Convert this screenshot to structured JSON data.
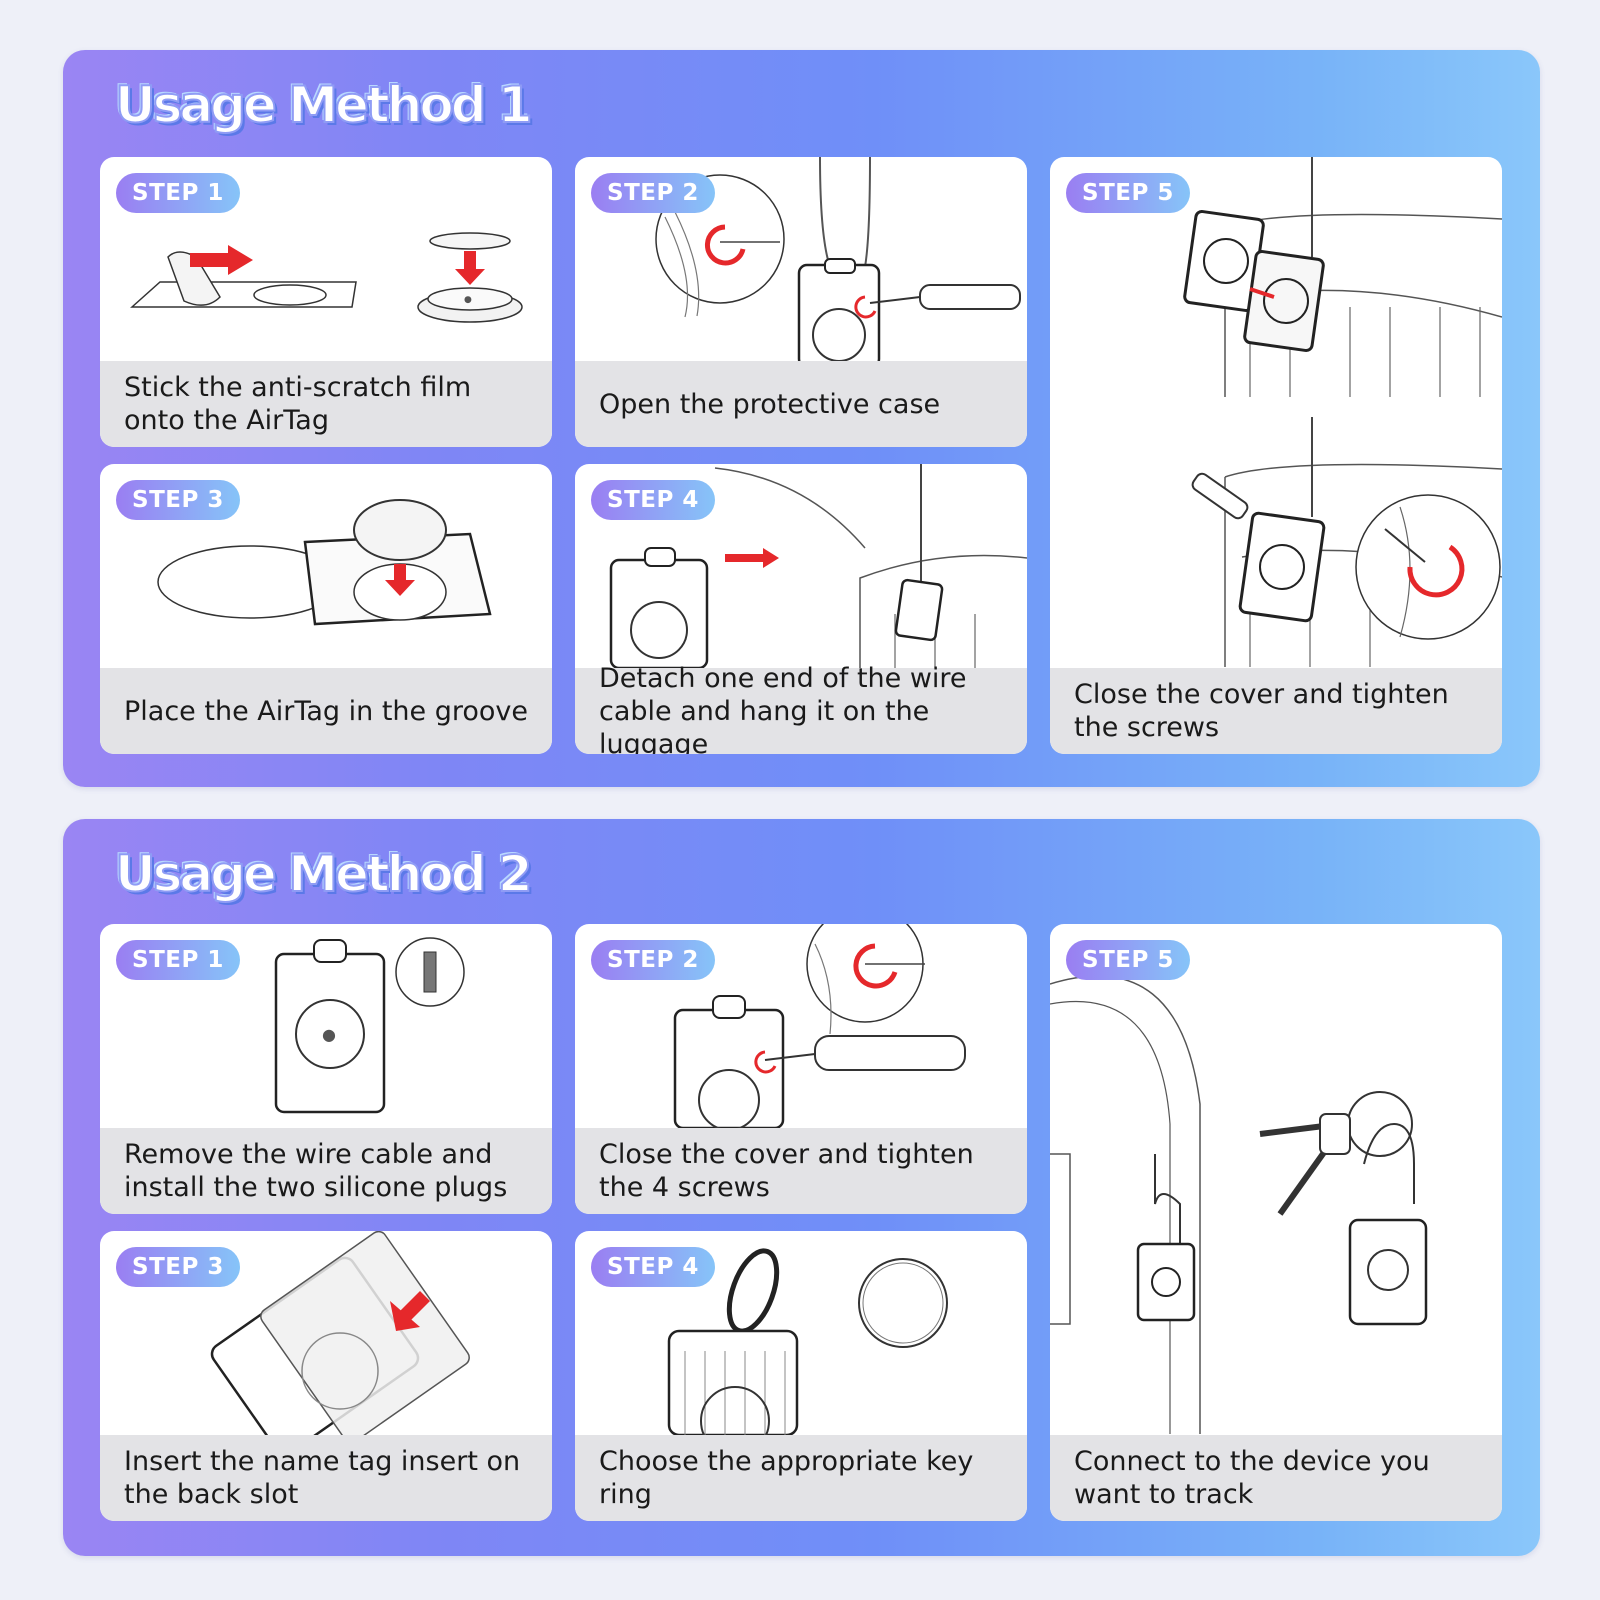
{
  "method1": {
    "title": "Usage Method 1",
    "steps": [
      {
        "badge": "STEP 1",
        "caption": "Stick the anti-scratch film onto the AirTag"
      },
      {
        "badge": "STEP 2",
        "caption": "Open the protective case"
      },
      {
        "badge": "STEP 5",
        "caption": "Close the cover and tighten the screws"
      },
      {
        "badge": "STEP 3",
        "caption": "Place the AirTag in the groove"
      },
      {
        "badge": "STEP 4",
        "caption": "Detach one end of the wire cable and hang it on the luggage"
      }
    ]
  },
  "method2": {
    "title": "Usage Method 2",
    "steps": [
      {
        "badge": "STEP 1",
        "caption": "Remove the wire cable and install the two silicone plugs"
      },
      {
        "badge": "STEP 2",
        "caption": "Close the cover and tighten the 4 screws"
      },
      {
        "badge": "STEP 5",
        "caption": "Connect to the device you want to track"
      },
      {
        "badge": "STEP 3",
        "caption": "Insert the name tag insert on the back slot"
      },
      {
        "badge": "STEP 4",
        "caption": "Choose the appropriate key ring"
      }
    ]
  },
  "colors": {
    "accent_red": "#e5282b",
    "panel_start": "#9a85f3",
    "panel_end": "#8ac7fa",
    "caption_bg": "#e3e3e6"
  },
  "icons": [
    "red-arrow-icon",
    "rotate-arrow-icon",
    "screwdriver-icon",
    "apple-logo-icon"
  ]
}
